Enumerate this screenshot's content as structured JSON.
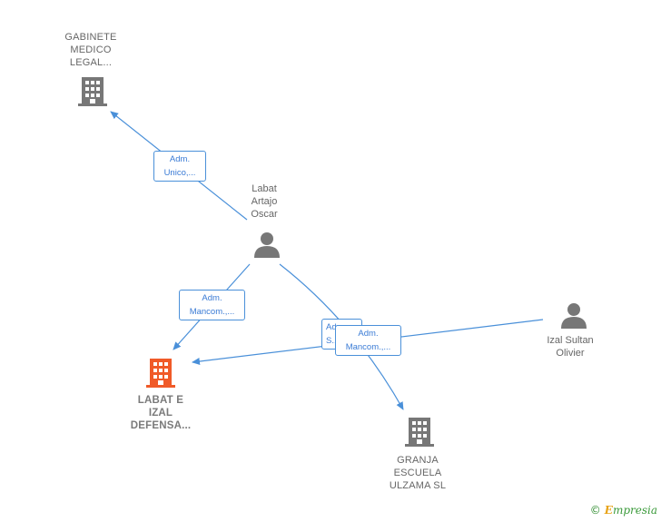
{
  "nodes": {
    "gabinete": {
      "label": "GABINETE\nMEDICO\nLEGAL...",
      "type": "company",
      "color": "#777777"
    },
    "labat_oscar": {
      "label": "Labat\nArtajo\nOscar",
      "type": "person",
      "color": "#777777"
    },
    "izal_olivier": {
      "label": "Izal Sultan\nOlivier",
      "type": "person",
      "color": "#777777"
    },
    "labat_izal": {
      "label": "LABAT E\nIZAL\nDEFENSA...",
      "type": "company",
      "color": "#f05a28"
    },
    "granja": {
      "label": "GRANJA\nESCUELA\nULZAMA SL",
      "type": "company",
      "color": "#777777"
    }
  },
  "edges": {
    "oscar_gabinete": "Adm.\nUnico,...",
    "oscar_labat_izal": "Adm.\nMancom.,...",
    "oscar_granja": "Adm.\nS...",
    "olivier_labat_izal": "Adm.\nMancom.,..."
  },
  "colors": {
    "edge": "#4a90d9",
    "highlight": "#f05a28",
    "icon": "#777777"
  },
  "footer": {
    "copyright": "©",
    "brand_first": "E",
    "brand_rest": "mpresia"
  }
}
